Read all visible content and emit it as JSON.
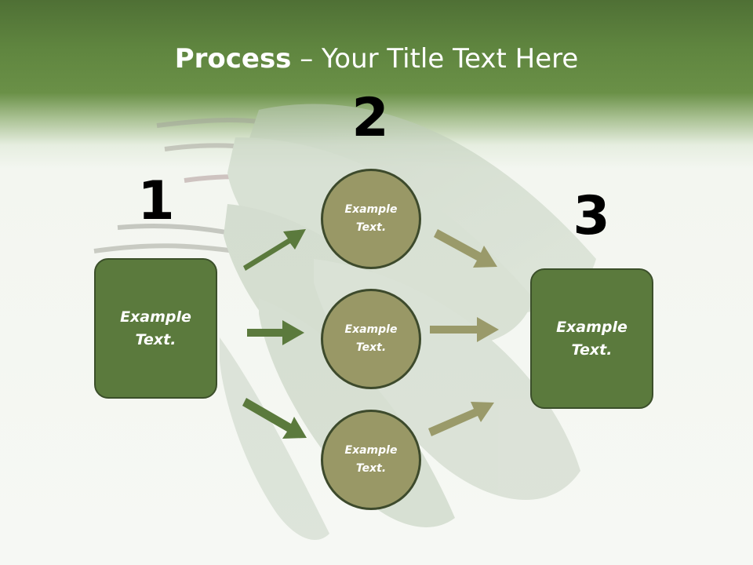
{
  "slide": {
    "title_bold": "Process",
    "title_rest": " – Your Title Text Here",
    "steps": [
      {
        "number": "1",
        "text": "Example Text."
      },
      {
        "number": "2",
        "text": ""
      },
      {
        "number": "3",
        "text": "Example Text."
      }
    ],
    "circles": [
      {
        "text": "Example Text."
      },
      {
        "text": "Example Text."
      },
      {
        "text": "Example Text."
      }
    ]
  },
  "colors": {
    "header": "#5f853f",
    "box_fill": "#5b7a3d",
    "circle_fill": "#999866",
    "arrow_left": "#5b7a3d",
    "arrow_right": "#9a9a6a"
  }
}
